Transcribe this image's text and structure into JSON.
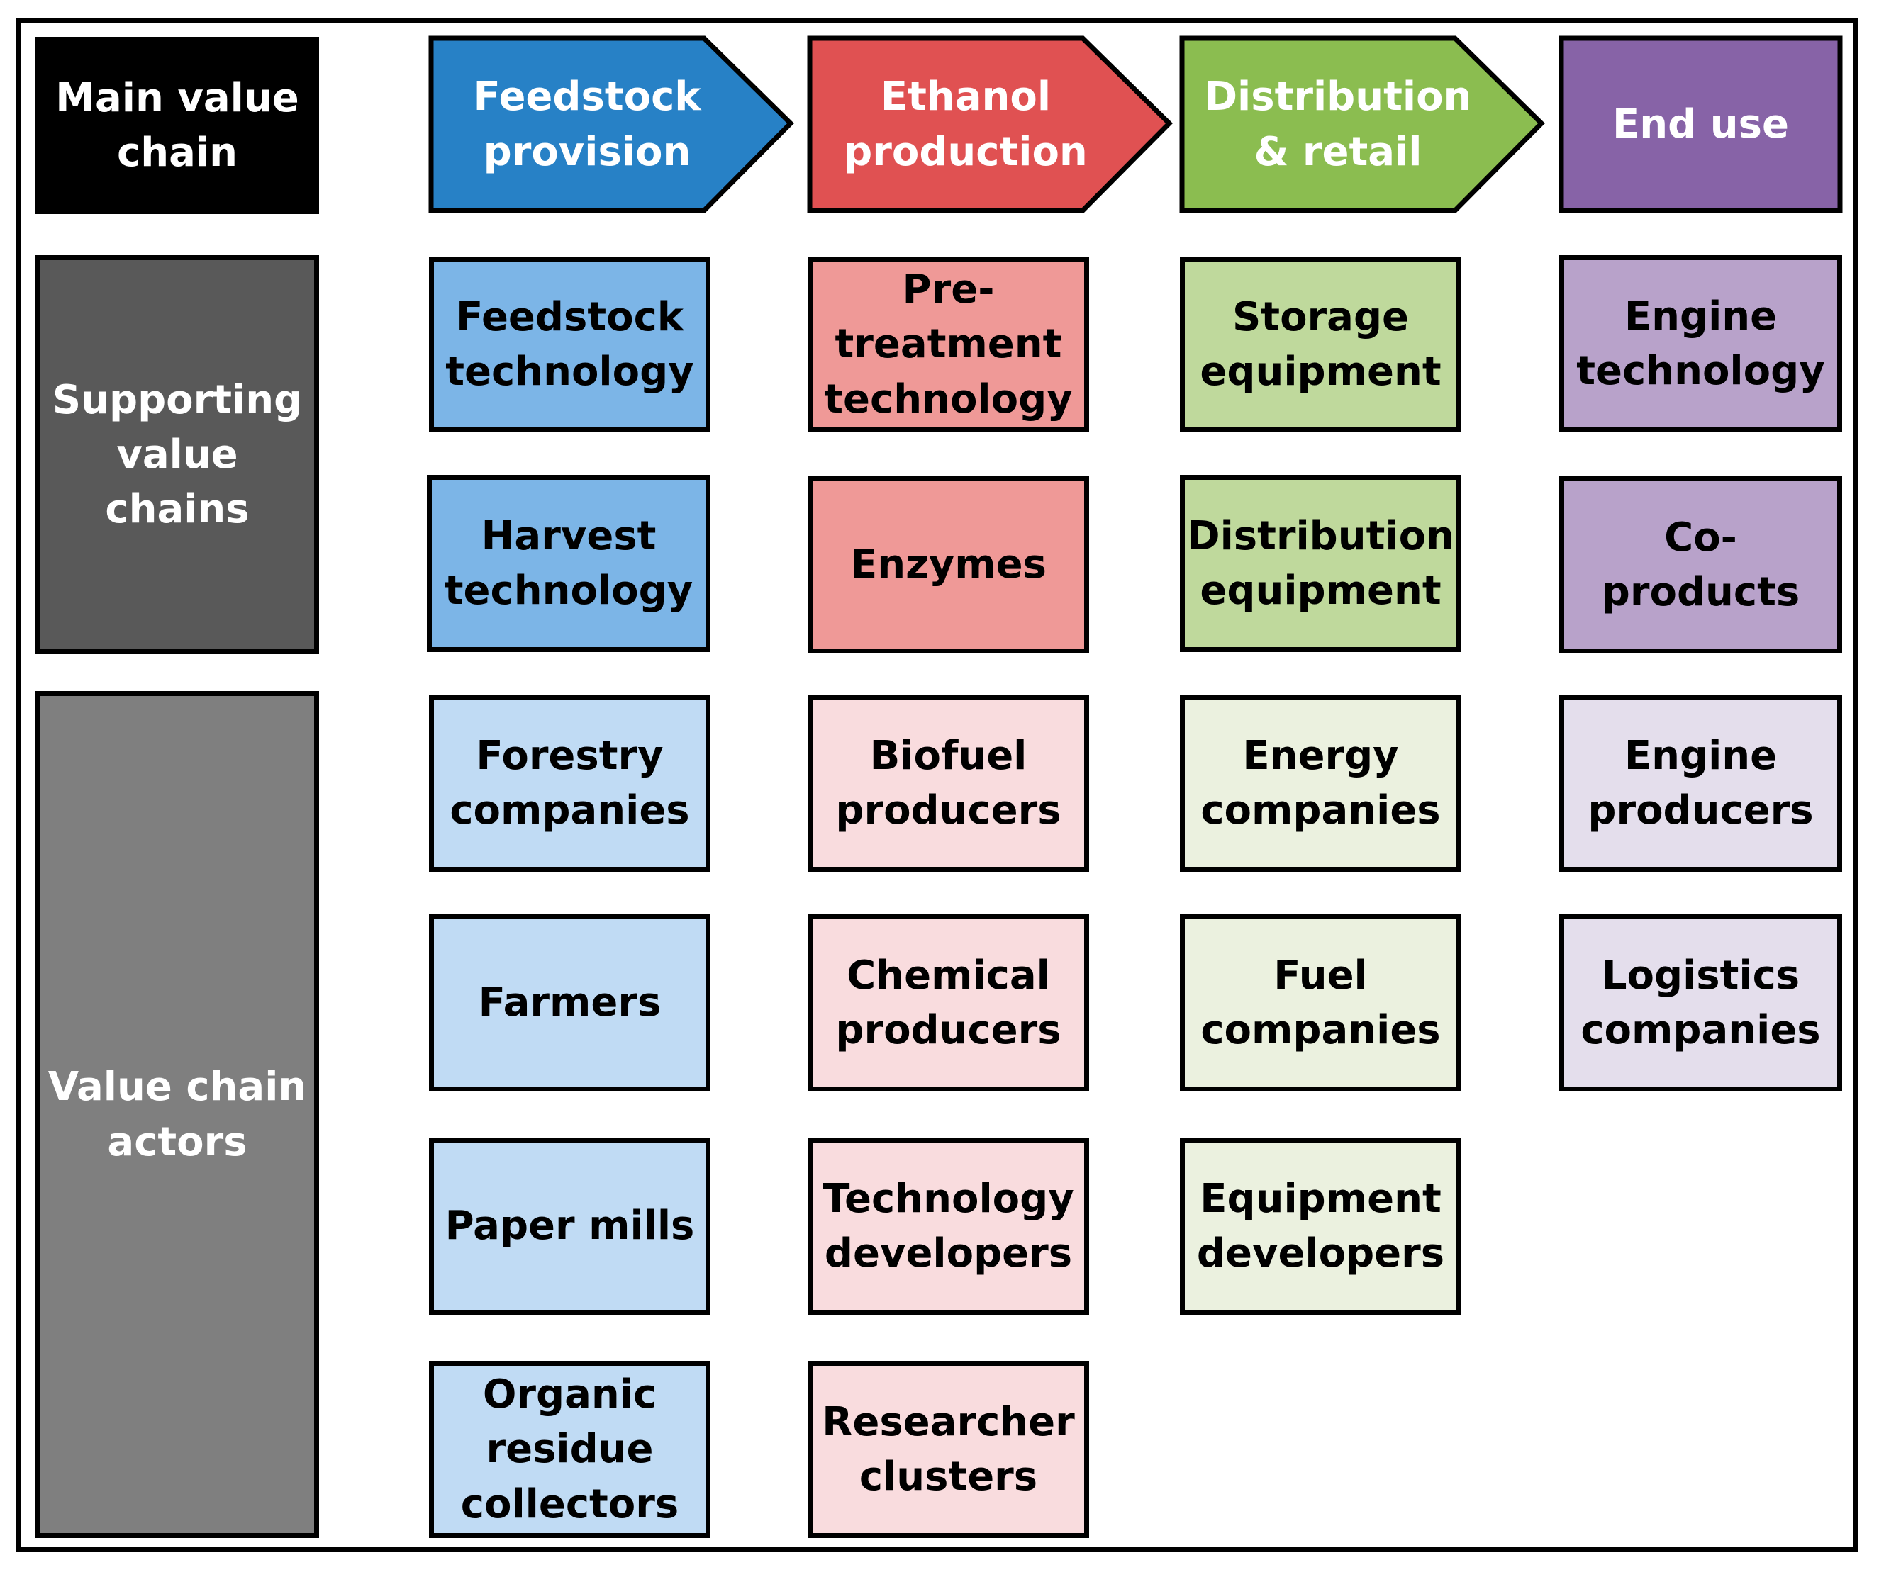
{
  "row_labels": {
    "main": "Main value chain",
    "supporting": "Supporting value chains",
    "actors": "Value chain actors"
  },
  "colors": {
    "main_label": "#000000",
    "supporting_label": "#595959",
    "actors_label": "#7f7f7f",
    "feedstock_dark": "#2781c6",
    "feedstock_mid": "#7cb5e7",
    "feedstock_light": "#c0dbf4",
    "ethanol_dark": "#e05152",
    "ethanol_mid": "#ef9997",
    "ethanol_light": "#f9dcde",
    "distribution_dark": "#8bbd50",
    "distribution_mid": "#bfd99c",
    "distribution_light": "#ebf1df",
    "enduse_dark": "#8763a7",
    "enduse_mid": "#b8a2ca",
    "enduse_light": "#e4deec"
  },
  "stages": [
    {
      "title": "Feedstock\nprovision",
      "supporting": [
        "Feedstock\ntechnology",
        "Harvest\ntechnology"
      ],
      "actors": [
        "Forestry\ncompanies",
        "Farmers",
        "Paper mills",
        "Organic\nresidue\ncollectors"
      ]
    },
    {
      "title": "Ethanol\nproduction",
      "supporting": [
        "Pre-\ntreatment\ntechnology",
        "Enzymes"
      ],
      "actors": [
        "Biofuel\nproducers",
        "Chemical\nproducers",
        "Technology\ndevelopers",
        "Researcher\nclusters"
      ]
    },
    {
      "title": "Distribution\n& retail",
      "supporting": [
        "Storage\nequipment",
        "Distribution\nequipment"
      ],
      "actors": [
        "Energy\ncompanies",
        "Fuel\ncompanies",
        "Equipment\ndevelopers"
      ]
    },
    {
      "title": "End use",
      "supporting": [
        "Engine\ntechnology",
        "Co-\nproducts"
      ],
      "actors": [
        "Engine\nproducers",
        "Logistics\ncompanies"
      ]
    }
  ]
}
